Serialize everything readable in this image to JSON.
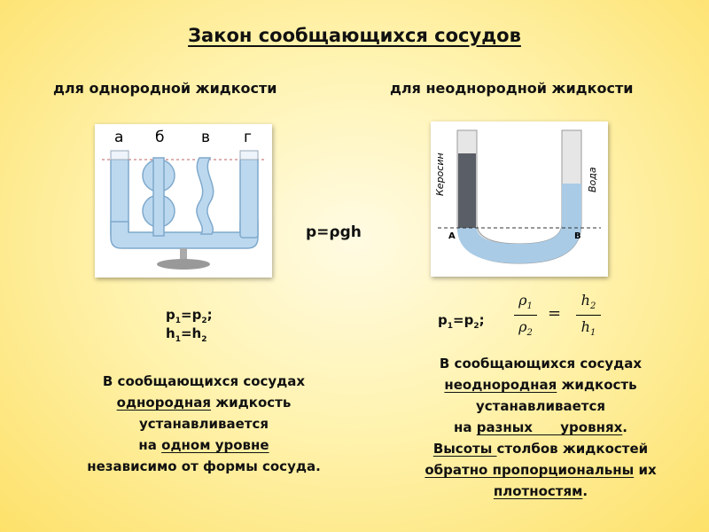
{
  "title": "Закон сообщающихся сосудов",
  "left": {
    "heading": "для однородной жидкости",
    "vessel_letters": [
      "а",
      "б",
      "в",
      "г"
    ],
    "eq1": {
      "a": "p",
      "s1": "1",
      "eq": "=p",
      "s2": "2",
      "tail": ";"
    },
    "eq2": {
      "a": "h",
      "s1": "1",
      "eq": "=h",
      "s2": "2"
    },
    "text": {
      "l1": "В сообщающихся сосудах",
      "l2_u": "однородная",
      "l2_rest": " жидкость",
      "l3": "устанавливается",
      "l4_pre": "на ",
      "l4_u": "одном уровне",
      "l5": "независимо от формы сосуда."
    }
  },
  "center": {
    "formula": "p=ρgh"
  },
  "right": {
    "heading": "для неоднородной жидкости",
    "tube": {
      "label_left": "Керосин",
      "label_right": "Вода",
      "point_a": "A",
      "point_b": "B",
      "colors": {
        "kerosene": "#5a5e66",
        "water": "#a9cbe6",
        "glass": "#dcdcdc"
      }
    },
    "eq": {
      "a": "p",
      "s1": "1",
      "eq": "=p",
      "s2": "2",
      "tail": ";"
    },
    "fraction": {
      "l_num": "ρ",
      "l_num_sub": "1",
      "l_den": "ρ",
      "l_den_sub": "2",
      "equals": "=",
      "r_num": "h",
      "r_num_sub": "2",
      "r_den": "h",
      "r_den_sub": "1"
    },
    "text": {
      "l1": "В сообщающихся сосудах",
      "l2_u": "неоднородная",
      "l2_rest": " жидкость",
      "l3": "устанавливается",
      "l4_pre": "на ",
      "l4_u": "разных      уровнях",
      "l4_post": ".",
      "l5_u": "Высоты ",
      "l5_rest": "столбов жидкостей",
      "l6_u": "обратно пропорциональны",
      "l6_rest": " их",
      "l7_u": "плотностям",
      "l7_post": "."
    }
  }
}
